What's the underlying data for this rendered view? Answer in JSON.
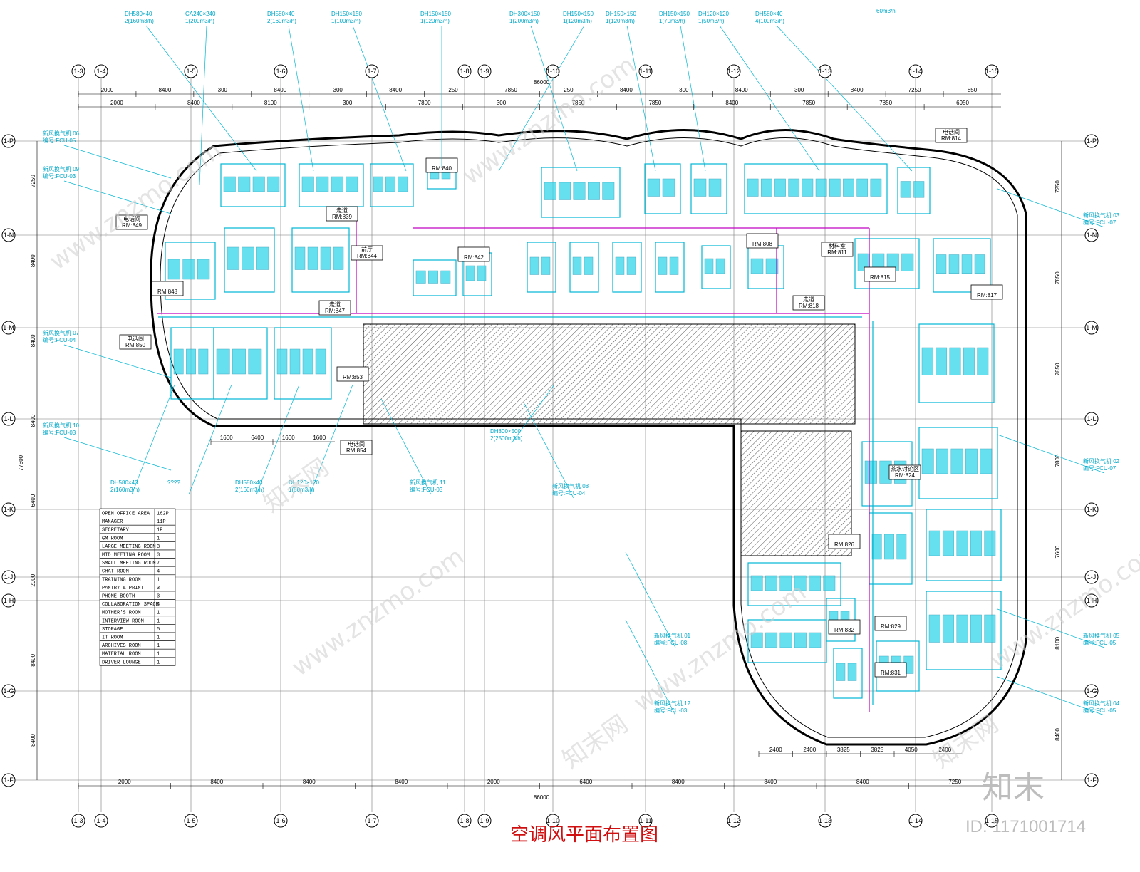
{
  "drawing": {
    "title": "空调风平面布置图",
    "overall_dimension": "86000",
    "side_dimension": "77600",
    "top_duty_note": "60m3/h"
  },
  "grid": {
    "columns": [
      "1-3",
      "1-4",
      "1-5",
      "1-6",
      "1-7",
      "1-8",
      "1-9",
      "1-10",
      "1-11",
      "1-12",
      "1-13",
      "1-14",
      "1-15"
    ],
    "rows": [
      "1-P",
      "1-N",
      "1-M",
      "1-L",
      "1-K",
      "1-J",
      "1-H",
      "1-G",
      "1-F"
    ]
  },
  "dimensions": {
    "top": [
      "2000",
      "8400",
      "300",
      "8400",
      "300",
      "8400",
      "250",
      "7850",
      "250",
      "8400",
      "300",
      "8400",
      "300",
      "8400",
      "7250",
      "850"
    ],
    "top_second": [
      "2000",
      "8400",
      "8100",
      "300",
      "7800",
      "300",
      "7850",
      "7850",
      "8400",
      "7850",
      "7850",
      "6950"
    ],
    "bottom": [
      "2000",
      "8400",
      "8400",
      "8400",
      "2000",
      "6400",
      "8400",
      "8400",
      "8400",
      "7250"
    ],
    "left": [
      "7250",
      "8400",
      "8400",
      "8400",
      "6400",
      "2000",
      "8400",
      "8400"
    ],
    "right": [
      "7250",
      "7850",
      "7850",
      "7800",
      "7600",
      "8100",
      "8400"
    ],
    "inner_bottom_left": [
      "1600",
      "6400",
      "1600",
      "1600"
    ],
    "inner_bottom_right": [
      "2400",
      "2400",
      "3825",
      "3825",
      "4050",
      "2400"
    ]
  },
  "rooms": [
    {
      "name": "电话间",
      "rm": "RM:849"
    },
    {
      "name": "电话间",
      "rm": "RM:850"
    },
    {
      "name": "走道",
      "rm": "RM:839"
    },
    {
      "name": "走道",
      "rm": "RM:847"
    },
    {
      "name": "前厅",
      "rm": "RM:844"
    },
    {
      "name": "",
      "rm": "RM:842"
    },
    {
      "name": "",
      "rm": "RM:853"
    },
    {
      "name": "电话间",
      "rm": "RM:854"
    },
    {
      "name": "走道",
      "rm": "RM:818"
    },
    {
      "name": "",
      "rm": "RM:808"
    },
    {
      "name": "材料室",
      "rm": "RM:811"
    },
    {
      "name": "",
      "rm": "RM:815"
    },
    {
      "name": "",
      "rm": "RM:817"
    },
    {
      "name": "电话间",
      "rm": "RM:814"
    },
    {
      "name": "茶水讨论区",
      "rm": "RM:824"
    },
    {
      "name": "",
      "rm": "RM:826"
    },
    {
      "name": "",
      "rm": "RM:829"
    },
    {
      "name": "",
      "rm": "RM:832"
    },
    {
      "name": "",
      "rm": "RM:831"
    },
    {
      "name": "",
      "rm": "RM:848"
    },
    {
      "name": "",
      "rm": "RM:840"
    }
  ],
  "duct_tags": [
    {
      "size": "DH580×40",
      "flow": "2(160m3/h)"
    },
    {
      "size": "CA240×240",
      "flow": "1(200m3/h)"
    },
    {
      "size": "DH580×40",
      "flow": "2(160m3/h)"
    },
    {
      "size": "DH150×150",
      "flow": "1(100m3/h)"
    },
    {
      "size": "DH150×150",
      "flow": "1(120m3/h)"
    },
    {
      "size": "DH300×150",
      "flow": "1(200m3/h)"
    },
    {
      "size": "DH150×150",
      "flow": "1(120m3/h)"
    },
    {
      "size": "DH150×150",
      "flow": "1(120m3/h)"
    },
    {
      "size": "DH150×150",
      "flow": "1(70m3/h)"
    },
    {
      "size": "DH120×120",
      "flow": "1(50m3/h)"
    },
    {
      "size": "DH580×40",
      "flow": "4(100m3/h)"
    }
  ],
  "fcu_tags_left": [
    {
      "label": "新风换气机 06",
      "sub": "编号:FCU-05"
    },
    {
      "label": "新风换气机 09",
      "sub": "编号:FCU-03"
    },
    {
      "label": "新风换气机 07",
      "sub": "编号:FCU-04"
    },
    {
      "label": "新风换气机 10",
      "sub": "编号:FCU-03"
    }
  ],
  "fcu_tags_right": [
    {
      "label": "新风换气机 03",
      "sub": "编号:FCU-07"
    },
    {
      "label": "新风换气机 02",
      "sub": "编号:FCU-07"
    },
    {
      "label": "新风换气机 05",
      "sub": "编号:FCU-05"
    },
    {
      "label": "新风换气机 04",
      "sub": "编号:FCU-05"
    }
  ],
  "fcu_tags_center": [
    {
      "label": "新风换气机 11",
      "sub": "编号:FCU-03"
    },
    {
      "label": "新风换气机 08",
      "sub": "编号:FCU-04"
    },
    {
      "label": "新风换气机 01",
      "sub": "编号:FCU-08"
    },
    {
      "label": "新风换气机 12",
      "sub": "编号:FCU-03"
    }
  ],
  "bottom_tags": [
    {
      "size": "DH580×40",
      "flow": "2(160m3/h)"
    },
    {
      "size": "????",
      "flow": ""
    },
    {
      "size": "DH580×40",
      "flow": "2(160m3/h)"
    },
    {
      "size": "DH120×120",
      "flow": "1(50m3/h)"
    },
    {
      "size": "DH800×500",
      "flow": "2(2500m3/h)"
    }
  ],
  "schedule": [
    {
      "name": "OPEN OFFICE AREA",
      "qty": "162P"
    },
    {
      "name": "MANAGER",
      "qty": "11P"
    },
    {
      "name": "SECRETARY",
      "qty": "1P"
    },
    {
      "name": "GM ROOM",
      "qty": "1"
    },
    {
      "name": "LARGE MEETING ROOM",
      "qty": "3"
    },
    {
      "name": "MID MEETING ROOM",
      "qty": "3"
    },
    {
      "name": "SMALL MEETING ROOM",
      "qty": "7"
    },
    {
      "name": "CHAT ROOM",
      "qty": "4"
    },
    {
      "name": "TRAINING ROOM",
      "qty": "1"
    },
    {
      "name": "PANTRY & PRINT",
      "qty": "3"
    },
    {
      "name": "PHONE BOOTH",
      "qty": "3"
    },
    {
      "name": "COLLABORATION SPACE",
      "qty": "4"
    },
    {
      "name": "MOTHER'S ROOM",
      "qty": "1"
    },
    {
      "name": "INTERVIEW ROOM",
      "qty": "1"
    },
    {
      "name": "STORAGE",
      "qty": "5"
    },
    {
      "name": "IT ROOM",
      "qty": "1"
    },
    {
      "name": "ARCHIVES ROOM",
      "qty": "1"
    },
    {
      "name": "MATERIAL ROOM",
      "qty": "1"
    },
    {
      "name": "DRIVER LOUNGE",
      "qty": "1"
    }
  ],
  "watermarks": {
    "site": "www.znzmo.com",
    "brand": "知末网",
    "logo": "知末",
    "id": "ID: 1171001714"
  }
}
